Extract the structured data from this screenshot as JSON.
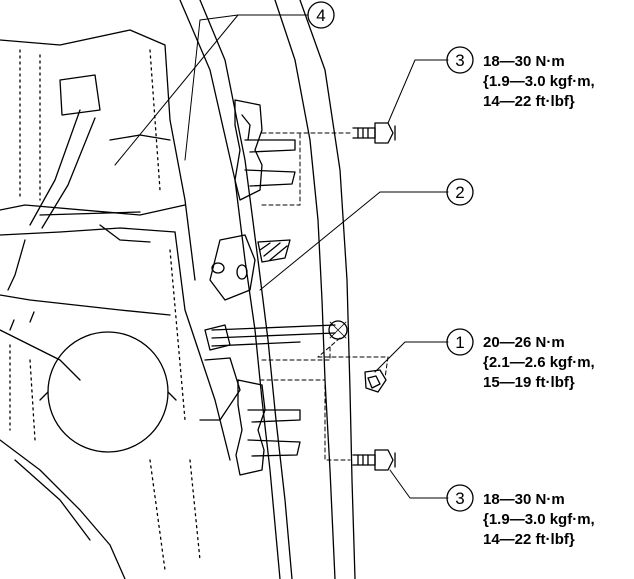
{
  "callouts": [
    {
      "number": "4"
    },
    {
      "number": "3"
    },
    {
      "number": "2"
    },
    {
      "number": "1"
    },
    {
      "number": "3"
    }
  ],
  "specs": {
    "upper_bolt": {
      "line1": "18—30 N·m",
      "line2": "{1.9—3.0 kgf·m,",
      "line3": "14—22 ft·lbf}"
    },
    "middle_bolt": {
      "line1": "20—26 N·m",
      "line2": "{2.1—2.6 kgf·m,",
      "line3": "15—19 ft·lbf}"
    },
    "lower_bolt": {
      "line1": "18—30 N·m",
      "line2": "{1.9—3.0 kgf·m,",
      "line3": "14—22 ft·lbf}"
    }
  },
  "colors": {
    "line": "#000000",
    "background": "#ffffff"
  }
}
